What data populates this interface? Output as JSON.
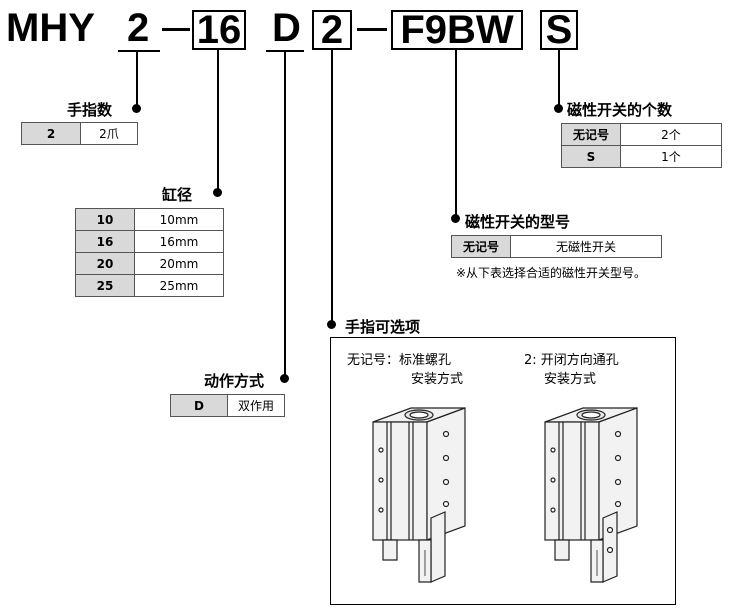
{
  "model_code": {
    "prefix": "MHY",
    "fingers": "2",
    "bore": "16",
    "action": "D",
    "finger_option": "2",
    "switch_type": "F9BW",
    "switch_qty": "S"
  },
  "fingers_section": {
    "label": "手指数",
    "rows": [
      {
        "key": "2",
        "value": "2爪"
      }
    ]
  },
  "bore_section": {
    "label": "缸径",
    "rows": [
      {
        "key": "10",
        "value": "10mm"
      },
      {
        "key": "16",
        "value": "16mm"
      },
      {
        "key": "20",
        "value": "20mm"
      },
      {
        "key": "25",
        "value": "25mm"
      }
    ]
  },
  "action_section": {
    "label": "动作方式",
    "rows": [
      {
        "key": "D",
        "value": "双作用"
      }
    ]
  },
  "switch_qty_section": {
    "label": "磁性开关的个数",
    "rows": [
      {
        "key": "无记号",
        "value": "2个"
      },
      {
        "key": "S",
        "value": "1个"
      }
    ]
  },
  "switch_type_section": {
    "label": "磁性开关的型号",
    "rows": [
      {
        "key": "无记号",
        "value": "无磁性开关"
      }
    ],
    "note": "※从下表选择合适的磁性开关型号。"
  },
  "finger_option_section": {
    "label": "手指可选项",
    "option_none_line1": "无记号：标准螺孔",
    "option_none_line2": "安装方式",
    "option_2_line1": "2: 开闭方向通孔",
    "option_2_line2": "安装方式"
  }
}
